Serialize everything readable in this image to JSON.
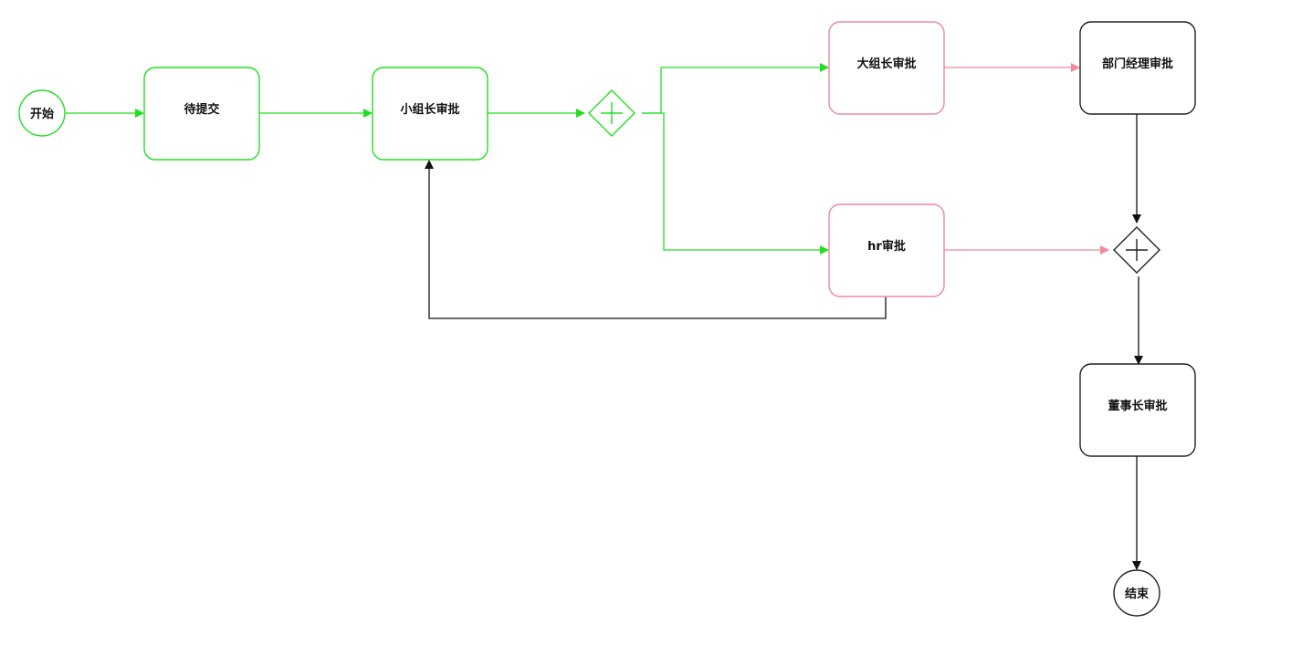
{
  "colors": {
    "completed": "#22dd22",
    "active": "#f08a9a",
    "pending": "#222222"
  },
  "nodes": {
    "start": {
      "label": "开始",
      "status": "completed"
    },
    "pending_submit": {
      "label": "待提交",
      "status": "completed"
    },
    "team_leader": {
      "label": "小组长审批",
      "status": "completed"
    },
    "group_leader": {
      "label": "大组长审批",
      "status": "active"
    },
    "dept_manager": {
      "label": "部门经理审批",
      "status": "pending"
    },
    "hr": {
      "label": "hr审批",
      "status": "active"
    },
    "chairman": {
      "label": "董事长审批",
      "status": "pending"
    },
    "end": {
      "label": "结束",
      "status": "pending"
    }
  }
}
